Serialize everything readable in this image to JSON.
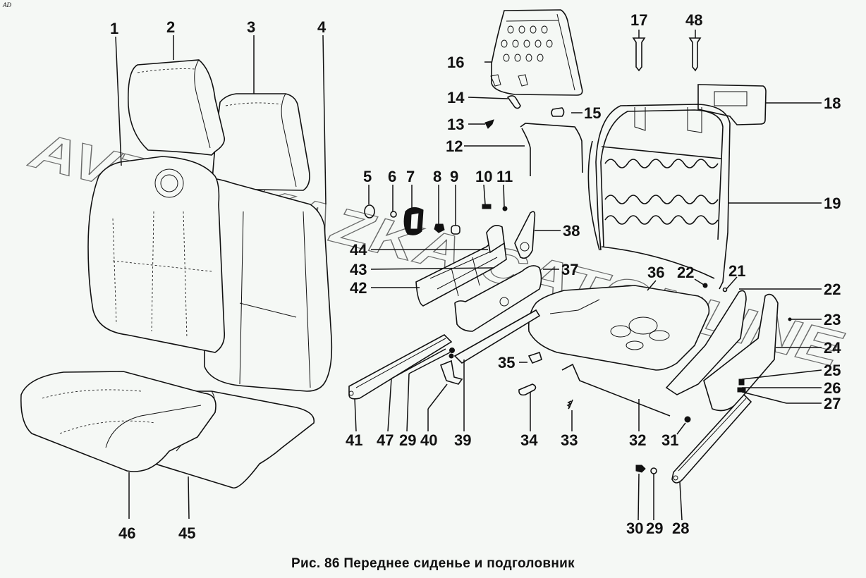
{
  "corner_mark": "AD",
  "caption": "Рис. 86 Переднее сиденье и подголовник",
  "watermark": "AVTOSKAZKA.CATONLINE",
  "callouts": {
    "c1": "1",
    "c2": "2",
    "c3": "3",
    "c4": "4",
    "c5": "5",
    "c6": "6",
    "c7": "7",
    "c8": "8",
    "c9": "9",
    "c10": "10",
    "c11": "11",
    "c12": "12",
    "c13": "13",
    "c14": "14",
    "c15": "15",
    "c16": "16",
    "c17": "17",
    "c18": "18",
    "c19": "19",
    "c21": "21",
    "c22a": "22",
    "c22b": "22",
    "c23": "23",
    "c24": "24",
    "c25": "25",
    "c26": "26",
    "c27": "27",
    "c28": "28",
    "c29a": "29",
    "c29b": "29",
    "c30": "30",
    "c31": "31",
    "c32": "32",
    "c33": "33",
    "c34": "34",
    "c35": "35",
    "c36": "36",
    "c37": "37",
    "c38": "38",
    "c39": "39",
    "c40": "40",
    "c41": "41",
    "c42": "42",
    "c43": "43",
    "c44": "44",
    "c45": "45",
    "c46": "46",
    "c47": "47",
    "c48": "48"
  },
  "colors": {
    "background": "#f5f8f5",
    "ink": "#111111",
    "watermark": "#555555"
  }
}
